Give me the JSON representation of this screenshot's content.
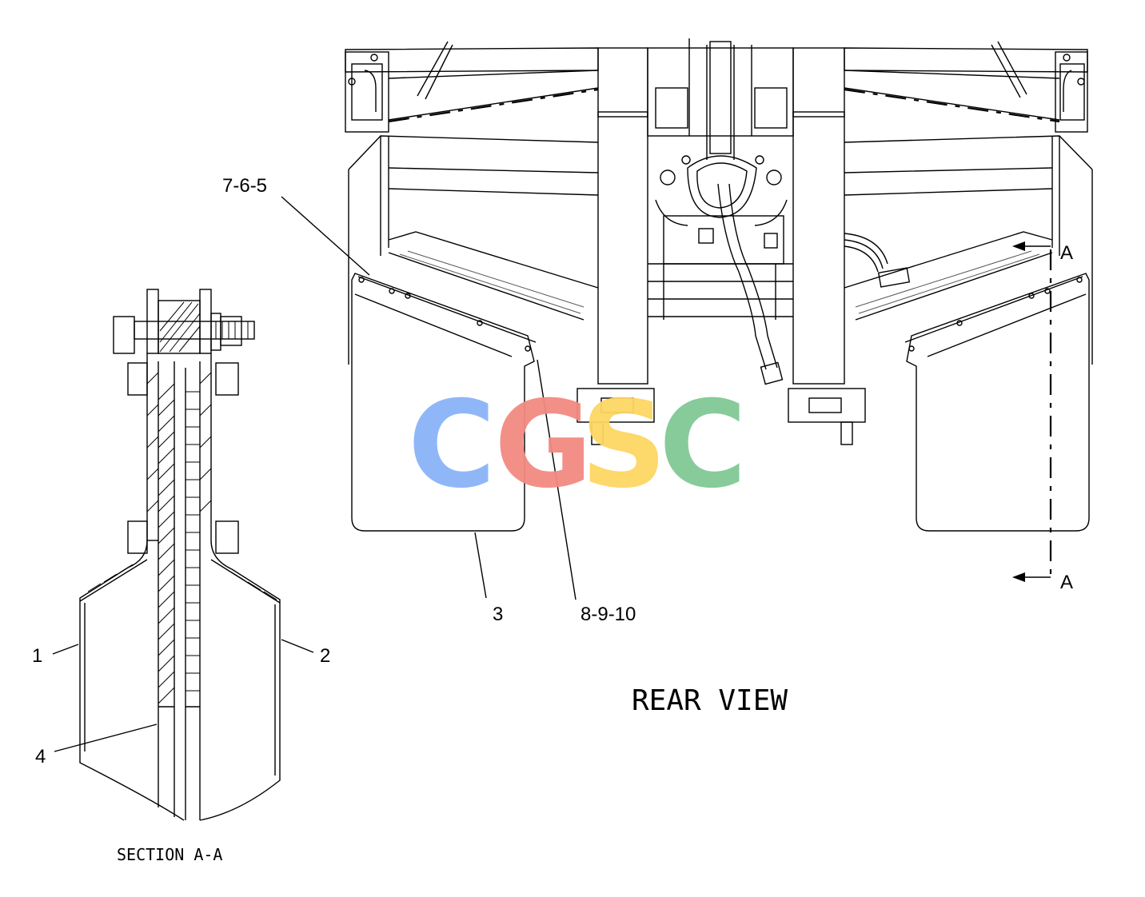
{
  "labels": {
    "c765": "7-6-5",
    "c3": "3",
    "c8910": "8-9-10",
    "c1": "1",
    "c2": "2",
    "c4": "4",
    "sectionA_top": "A",
    "sectionA_bottom": "A",
    "rear_view": "REAR VIEW",
    "section_title": "SECTION A-A"
  },
  "watermark": {
    "letters": [
      "C",
      "G",
      "S",
      "C"
    ],
    "colors": [
      "#8ab4f8",
      "#f28b82",
      "#fdd663",
      "#81c995"
    ]
  }
}
